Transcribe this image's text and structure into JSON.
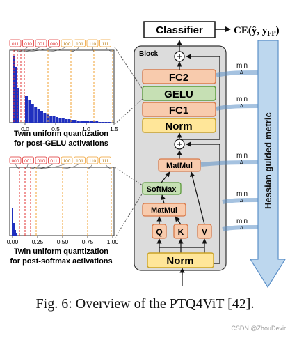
{
  "figure": {
    "caption": "Fig. 6: Overview of the PTQ4ViT [42].",
    "watermark": "CSDN @ZhouDevir"
  },
  "top": {
    "classifier_label": "Classifier",
    "ce_label": "CE(ŷ, y",
    "ce_sub": "FP",
    "ce_close": ")"
  },
  "block": {
    "title": "Block",
    "fc2": "FC2",
    "gelu": "GELU",
    "fc1": "FC1",
    "norm1": "Norm",
    "matmul_top": "MatMul",
    "softmax": "SoftMax",
    "matmul_bottom": "MatMul",
    "q": "Q",
    "k": "K",
    "v": "V",
    "norm2": "Norm",
    "plus": "+"
  },
  "hessian": {
    "label": "Hessian guided metric",
    "min_label": "min",
    "delta_label": "Δ"
  },
  "gelu_hist": {
    "codes": [
      "011",
      "010",
      "001",
      "000",
      "100",
      "101",
      "110",
      "111"
    ],
    "ticks": [
      "0.0",
      "0.5",
      "1.0",
      "1.5"
    ],
    "caption_line1": "Twin uniform quantization",
    "caption_line2": "for post-GELU activations"
  },
  "softmax_hist": {
    "codes": [
      "000",
      "001",
      "010",
      "011",
      "100",
      "101",
      "110",
      "111"
    ],
    "ticks": [
      "0.00",
      "0.25",
      "0.50",
      "0.75",
      "1.00"
    ],
    "caption_line1": "Twin uniform quantization",
    "caption_line2": "for post-softmax activations"
  },
  "colors": {
    "fc_fill": "#f8cbad",
    "fc_stroke": "#d87a4a",
    "gelu_fill": "#c6e0b4",
    "gelu_stroke": "#5a9a3a",
    "norm_fill": "#ffe699",
    "norm_stroke": "#c9a227",
    "block_fill": "#dcdcdc",
    "arrow_fill": "#bdd7ee",
    "arrow_stroke": "#5b8fc7",
    "hist_bar": "#1f2fbf",
    "red_line": "#e03030",
    "orange_line": "#f0a030"
  }
}
